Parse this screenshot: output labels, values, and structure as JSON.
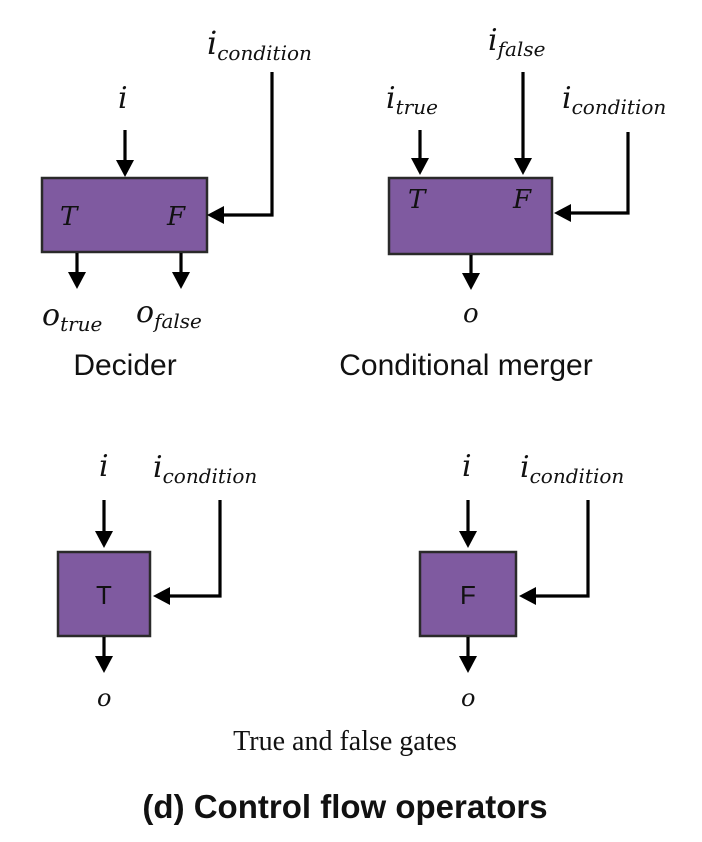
{
  "decider": {
    "input": "i",
    "condition": {
      "base": "i",
      "sub": "condition"
    },
    "port_true": "T",
    "port_false": "F",
    "out_true": {
      "base": "o",
      "sub": "true"
    },
    "out_false": {
      "base": "o",
      "sub": "false"
    },
    "caption": "Decider"
  },
  "merger": {
    "in_true": {
      "base": "i",
      "sub": "true"
    },
    "in_false": {
      "base": "i",
      "sub": "false"
    },
    "condition": {
      "base": "i",
      "sub": "condition"
    },
    "port_true": "T",
    "port_false": "F",
    "output": "o",
    "caption": "Conditional merger"
  },
  "true_gate": {
    "input": "i",
    "condition": {
      "base": "i",
      "sub": "condition"
    },
    "label": "T",
    "output": "o"
  },
  "false_gate": {
    "input": "i",
    "condition": {
      "base": "i",
      "sub": "condition"
    },
    "label": "F",
    "output": "o"
  },
  "gates_caption": "True and false gates",
  "figure_title": "(d) Control flow operators",
  "colors": {
    "box_fill": "#7f5aa0",
    "box_stroke": "#2a2a2a",
    "wire": "#000000"
  }
}
